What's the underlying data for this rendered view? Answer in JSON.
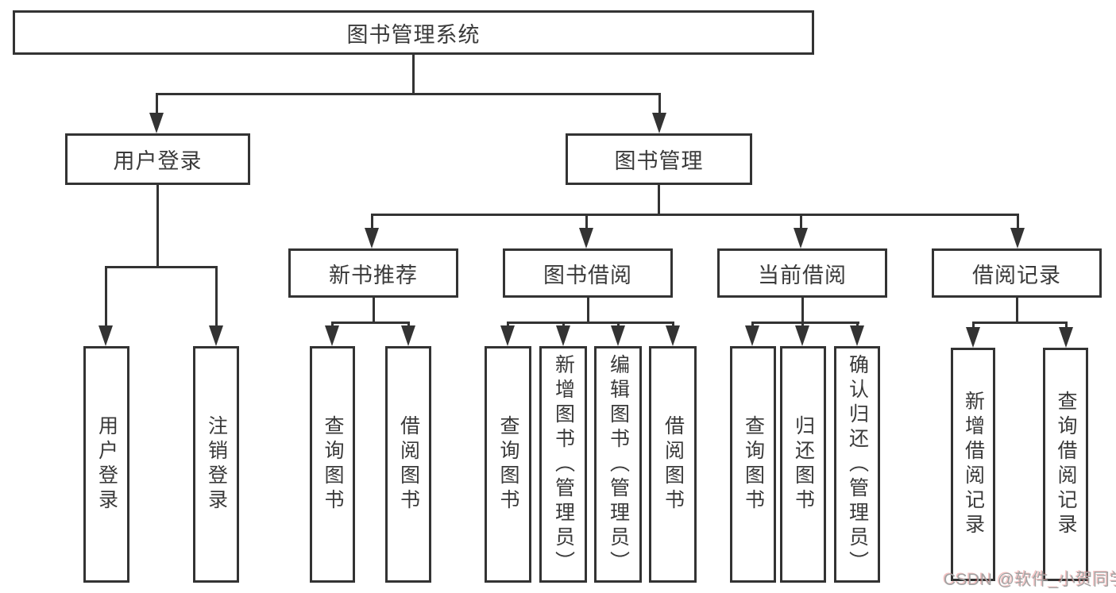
{
  "tree": {
    "root": {
      "label": "图书管理系统"
    },
    "branches": [
      {
        "label": "用户登录",
        "children": [
          {
            "label": "用户登录"
          },
          {
            "label": "注销登录"
          }
        ]
      },
      {
        "label": "图书管理",
        "children": [
          {
            "label": "新书推荐",
            "children": [
              {
                "label": "查询图书"
              },
              {
                "label": "借阅图书"
              }
            ]
          },
          {
            "label": "图书借阅",
            "children": [
              {
                "label": "查询图书"
              },
              {
                "label": "新增图书（管理员）"
              },
              {
                "label": "编辑图书（管理员）"
              },
              {
                "label": "借阅图书"
              }
            ]
          },
          {
            "label": "当前借阅",
            "children": [
              {
                "label": "查询图书"
              },
              {
                "label": "归还图书"
              },
              {
                "label": "确认归还（管理员）"
              }
            ]
          },
          {
            "label": "借阅记录",
            "children": [
              {
                "label": "新增借阅记录"
              },
              {
                "label": "查询借阅记录"
              }
            ]
          }
        ]
      }
    ]
  },
  "watermark": {
    "text": "CSDN @软件_小贺同学"
  },
  "colors": {
    "line": "#333333",
    "text": "#3a3a3a",
    "background": "#ffffff",
    "watermark": "#a3a3a3"
  }
}
